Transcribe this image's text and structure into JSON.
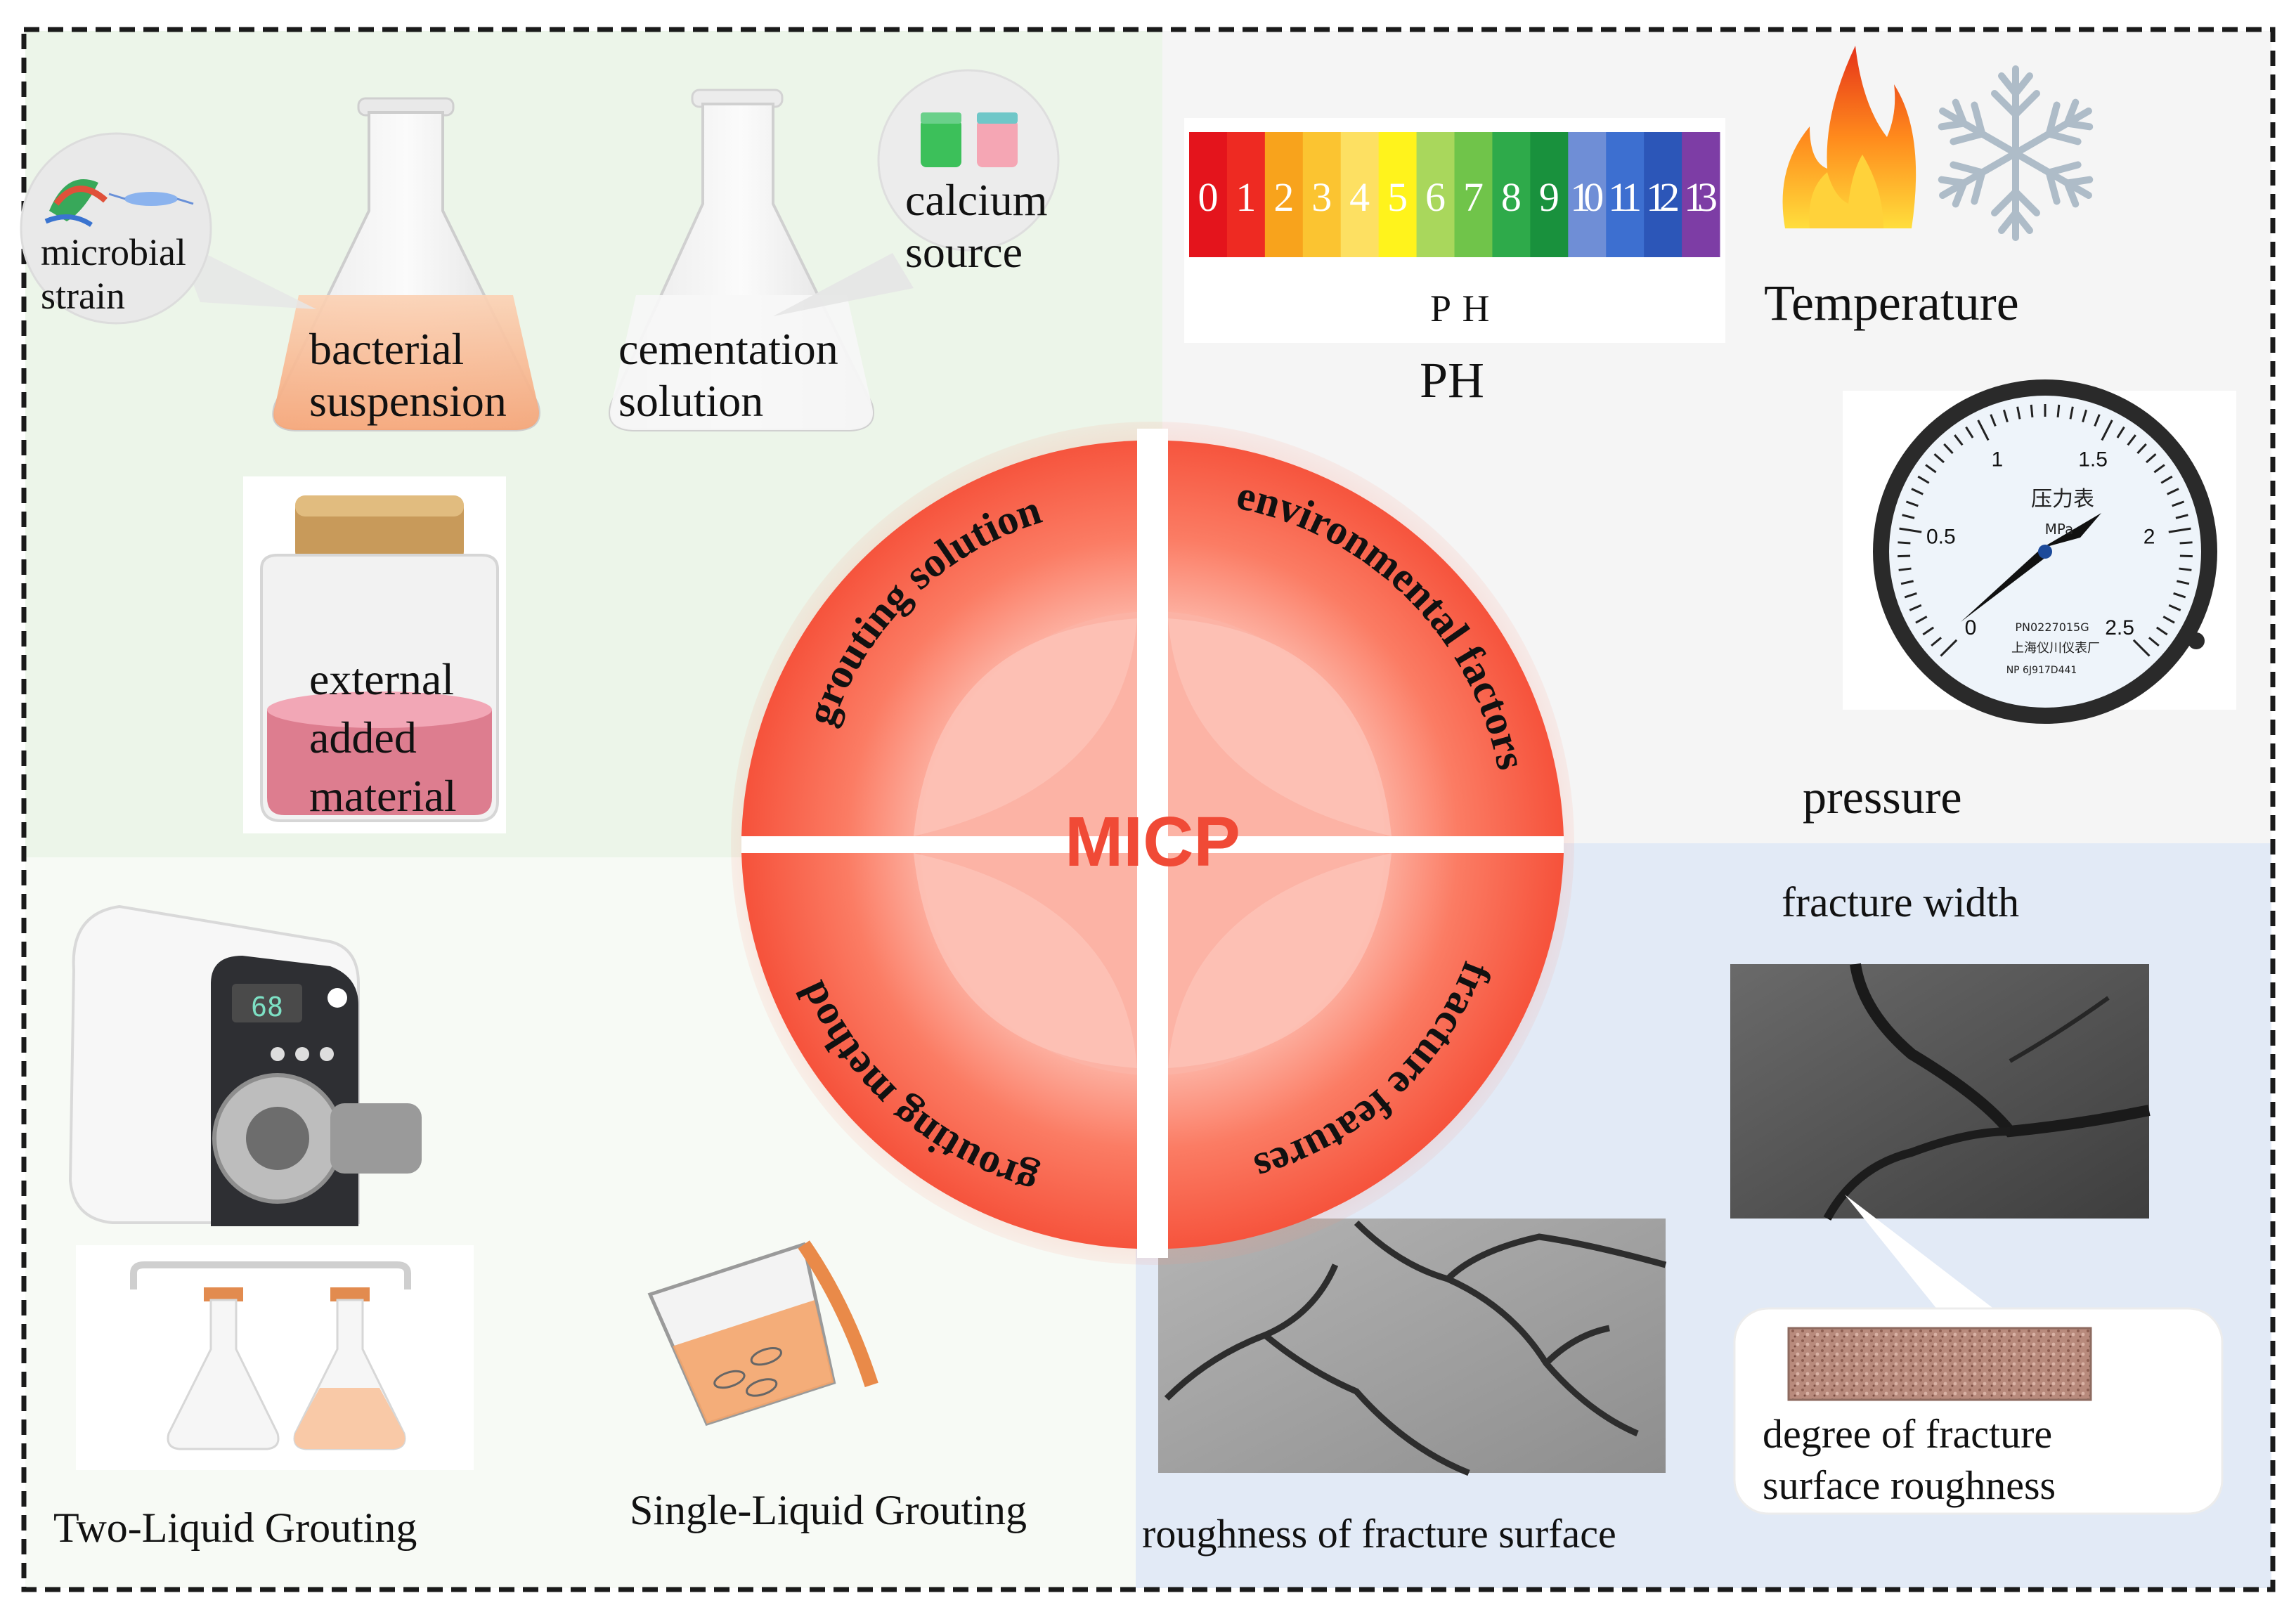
{
  "center": {
    "title": "MICP",
    "title_color": "#f04a36"
  },
  "quadrants": {
    "top_left": "grouting solution",
    "top_right": "environmental factors",
    "bottom_left": "grouting method",
    "bottom_right": "fracture features"
  },
  "grouting_solution": {
    "microbial_strain": [
      "microbial",
      "strain"
    ],
    "bacterial_suspension": [
      "bacterial",
      "suspension"
    ],
    "calcium_source": [
      "calcium",
      "source"
    ],
    "cementation_solution": [
      "cementation",
      "solution"
    ],
    "external_material": [
      "external",
      "added",
      "material"
    ]
  },
  "environment": {
    "ph_scale": [
      "0",
      "1",
      "2",
      "3",
      "4",
      "5",
      "6",
      "7",
      "8",
      "9",
      "10",
      "11",
      "12",
      "13"
    ],
    "ph_colors": [
      "#e4141c",
      "#ee2a22",
      "#f8a31c",
      "#fbc431",
      "#fde062",
      "#fff31c",
      "#a9d75c",
      "#70c44a",
      "#2eaa4a",
      "#19913d",
      "#6f8ed6",
      "#3d6fd0",
      "#2c56b8",
      "#7d3da5"
    ],
    "ph_caption": "P H",
    "ph_label": "PH",
    "temperature_label": "Temperature",
    "pressure_label": "pressure",
    "gauge_ticks": [
      "0",
      "0.5",
      "1",
      "1.5",
      "2",
      "2.5"
    ],
    "gauge_title": "压力表",
    "gauge_unit": "MPa",
    "gauge_serial": "PN0227015G",
    "gauge_maker": "上海仪川仪表厂",
    "gauge_np": "NP  6J917D441"
  },
  "grouting_method": {
    "pump_display": "68",
    "two_liquid": "Two-Liquid Grouting",
    "single_liquid": "Single-Liquid Grouting"
  },
  "fracture": {
    "width_label": "fracture width",
    "roughness_label": "roughness of fracture surface",
    "degree_label": [
      "degree of fracture",
      "surface roughness"
    ]
  }
}
